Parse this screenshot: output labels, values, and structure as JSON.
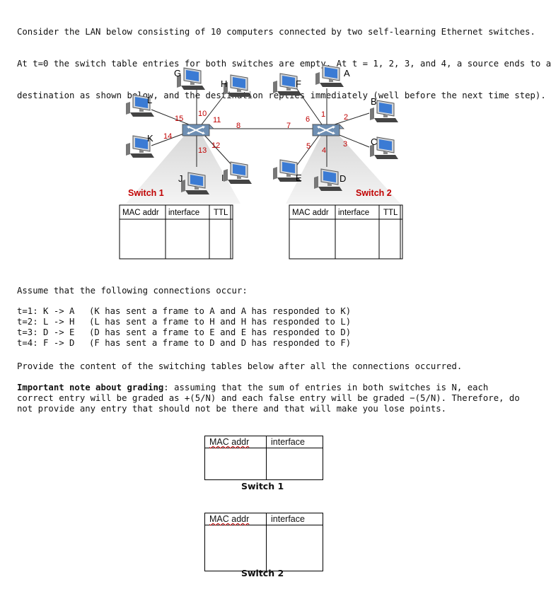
{
  "intro_lines": [
    "Consider the LAN below consisting of 10 computers connected by two self-learning Ethernet switches.",
    "At t=0 the switch table entries for both switches are empty. At t = 1, 2, 3, and 4, a source ends to a",
    "destination as shown below, and the destination replies immediately (well before the next time step)."
  ],
  "diagram": {
    "switch1_label": "Switch 1",
    "switch2_label": "Switch 2",
    "nodes": {
      "G": "G",
      "H": "H",
      "L": "L",
      "K": "K",
      "J": "J",
      "I": "I",
      "F": "F",
      "A": "A",
      "B": "B",
      "C": "C",
      "E": "E",
      "D": "D"
    },
    "ports": {
      "p10": "10",
      "p11": "11",
      "p15": "15",
      "p14": "14",
      "p13": "13",
      "p12": "12",
      "p8": "8",
      "p7": "7",
      "p6": "6",
      "p1": "1",
      "p2": "2",
      "p3": "3",
      "p4": "4",
      "p5": "5"
    },
    "table_headers": [
      "MAC addr",
      "interface",
      "TTL"
    ]
  },
  "assume": "Assume that the following connections occur:",
  "connections": [
    {
      "t": "t=1: K -> A",
      "desc": "(K has sent a frame to A and A has responded to K)"
    },
    {
      "t": "t=2: L -> H",
      "desc": "(L has sent a frame to H and H has responded to L)"
    },
    {
      "t": "t=3: D -> E",
      "desc": "(D has sent a frame to E and E has responded to D)"
    },
    {
      "t": "t=4: F -> D",
      "desc": "(F has sent a frame to D and D has responded to F)"
    }
  ],
  "provide": "Provide the content of the switching tables below after all the connections occurred.",
  "note": {
    "bold": "Important note about grading",
    "rest": ": assuming that the sum of entries in both switches is N, each correct entry will be graded as +(5/N) and each false entry will be graded −(5/N). Therefore, do not provide any entry that should not be there and that will make you lose points."
  },
  "answer_tables": [
    {
      "col1": "MAC addr",
      "col2": "interface",
      "caption": "Switch 1"
    },
    {
      "col1": "MAC addr",
      "col2": "interface",
      "caption": "Switch 2"
    }
  ]
}
